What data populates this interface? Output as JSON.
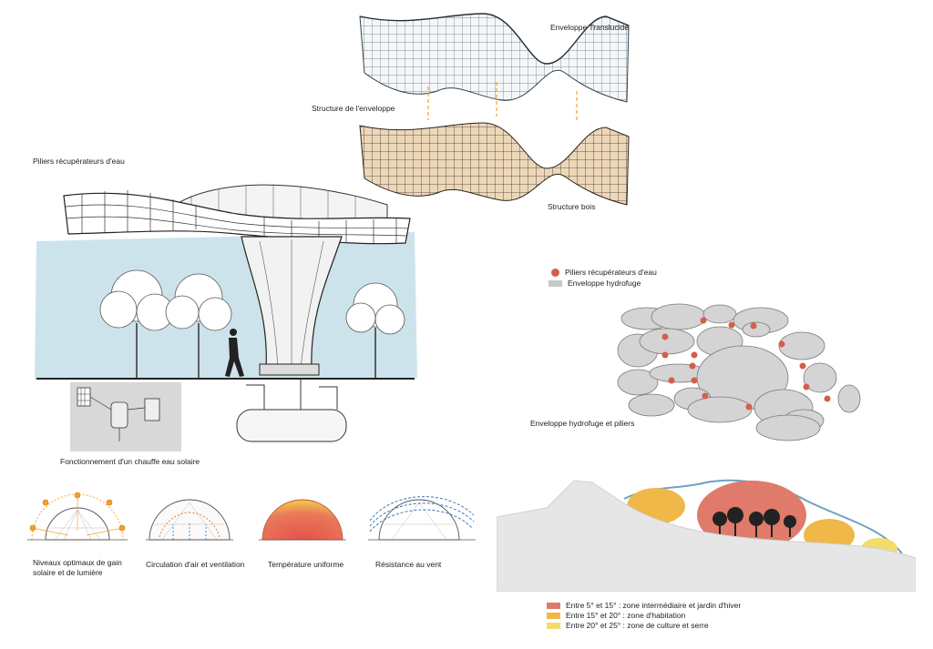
{
  "envelope_top": {
    "label": "Enveloppe Translucide"
  },
  "envelope_structure": {
    "label": "Structure de l'enveloppe"
  },
  "wood_structure": {
    "label": "Structure bois"
  },
  "pillars_title": {
    "label": "Piliers récupérateurs d'eau"
  },
  "solar_heater": {
    "label": "Fonctionnement d'un chauffe eau solaire"
  },
  "plan_legend": {
    "items": [
      {
        "label": "Piliers récupérateurs d'eau",
        "color": "#d2604b",
        "shape": "dot"
      },
      {
        "label": "Enveloppe hydrofuge",
        "color": "#c8c8c8",
        "shape": "swatch"
      }
    ]
  },
  "plan_caption": {
    "label": "Enveloppe hydrofuge et piliers"
  },
  "domes": [
    {
      "caption": "Niveaux optimaux de gain solaire et de lumière"
    },
    {
      "caption": "Circulation d'air et ventilation"
    },
    {
      "caption": "Température uniforme"
    },
    {
      "caption": "Résistance au vent"
    }
  ],
  "section_legend": {
    "items": [
      {
        "label": "Entre 5° et 15° : zone intermédiaire et jardin d'hiver",
        "color": "#e07a6a"
      },
      {
        "label": "Entre 15° et 20° : zone d'habitation",
        "color": "#f0b848"
      },
      {
        "label": "Entre 20° et 25° : zone de culture et serre",
        "color": "#f5dc6a"
      }
    ]
  },
  "colors": {
    "accent_orange": "#f0a030",
    "sky_blue": "#c8e0ea",
    "wood": "#e8d0b0",
    "warm_red": "#e07a6a",
    "warm_yellow": "#f0b848",
    "light_yellow": "#f5dc6a",
    "ground_grey": "#e6e6e6"
  }
}
